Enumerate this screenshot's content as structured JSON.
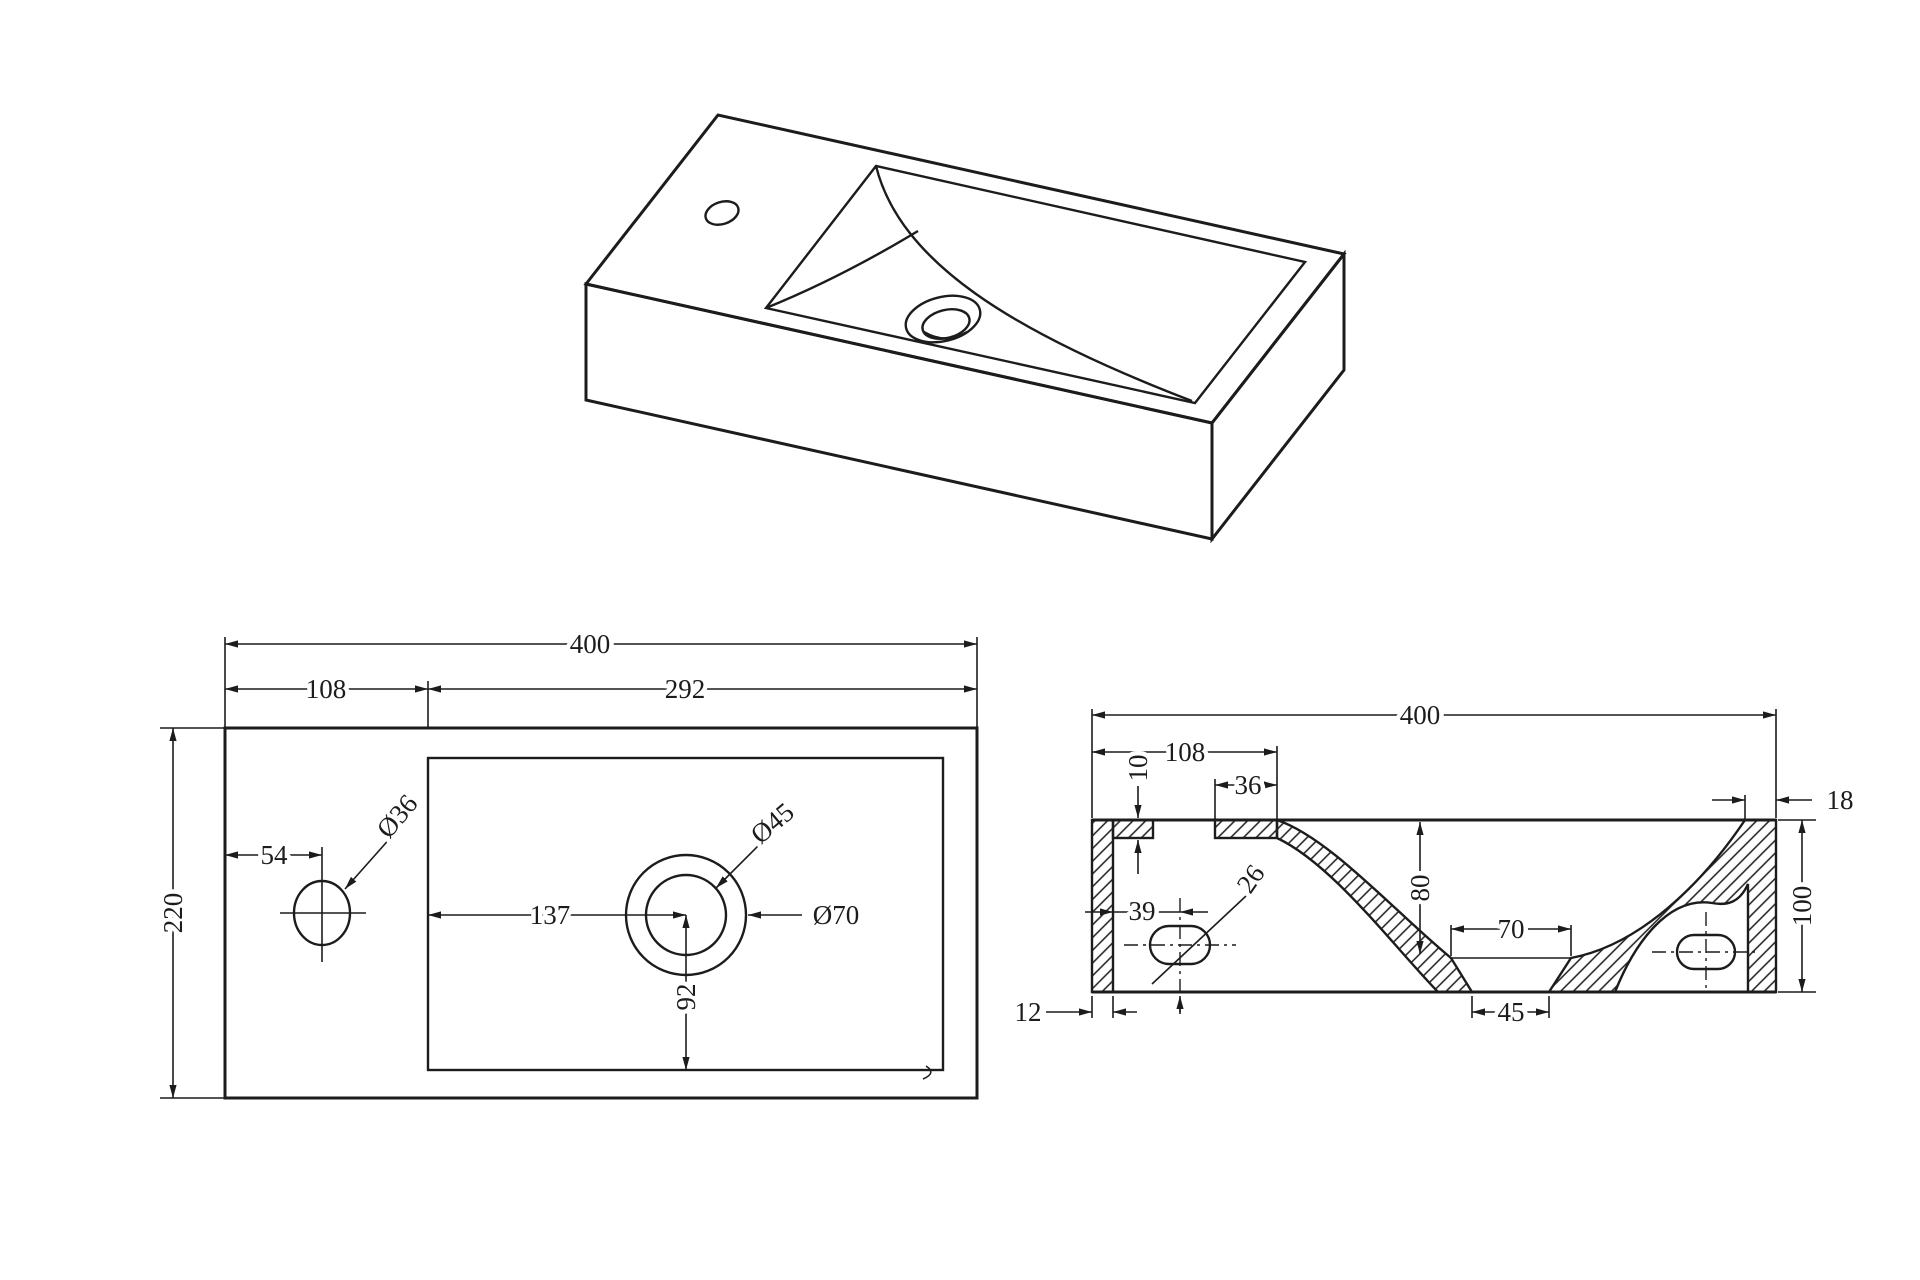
{
  "drawing": {
    "background": "#ffffff",
    "line_color": "#1c1c1c"
  },
  "plan_view": {
    "overall_width": "400",
    "left_section": "108",
    "right_section": "292",
    "overall_depth": "220",
    "faucet_offset": "54",
    "faucet_hole_dia": "Ø36",
    "drain_offset_x": "137",
    "drain_inner_dia": "Ø45",
    "drain_outer_dia": "Ø70",
    "drain_offset_y": "92"
  },
  "section_view": {
    "overall_width": "400",
    "deck_width": "108",
    "deck_thickness": "10",
    "rim_offset": "36",
    "right_wall_thickness": "18",
    "basin_depth": "80",
    "overall_height": "100",
    "slot_offset": "39",
    "slot_height": "26",
    "drain_top_width": "70",
    "drain_bottom_width": "45",
    "left_wall_thickness": "12"
  }
}
